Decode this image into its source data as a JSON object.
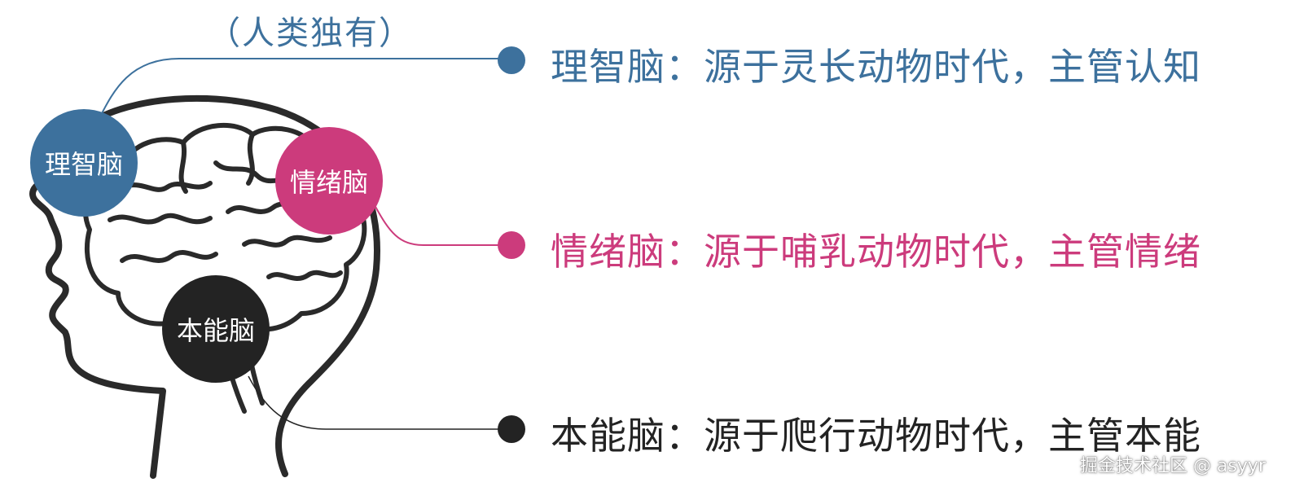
{
  "note": "（人类独有）",
  "brains": [
    {
      "id": "rational",
      "circle_label": "理智脑",
      "description": "理智脑：源于灵长动物时代，主管认知",
      "color": "#3d719d"
    },
    {
      "id": "emotional",
      "circle_label": "情绪脑",
      "description": "情绪脑：源于哺乳动物时代，主管情绪",
      "color": "#cc3b7c"
    },
    {
      "id": "instinct",
      "circle_label": "本能脑",
      "description": "本能脑：源于爬行动物时代，主管本能",
      "color": "#232323"
    }
  ],
  "watermark": "掘金技术社区 @ asyyr",
  "icons": [
    "head-silhouette-icon",
    "brain-icon"
  ]
}
